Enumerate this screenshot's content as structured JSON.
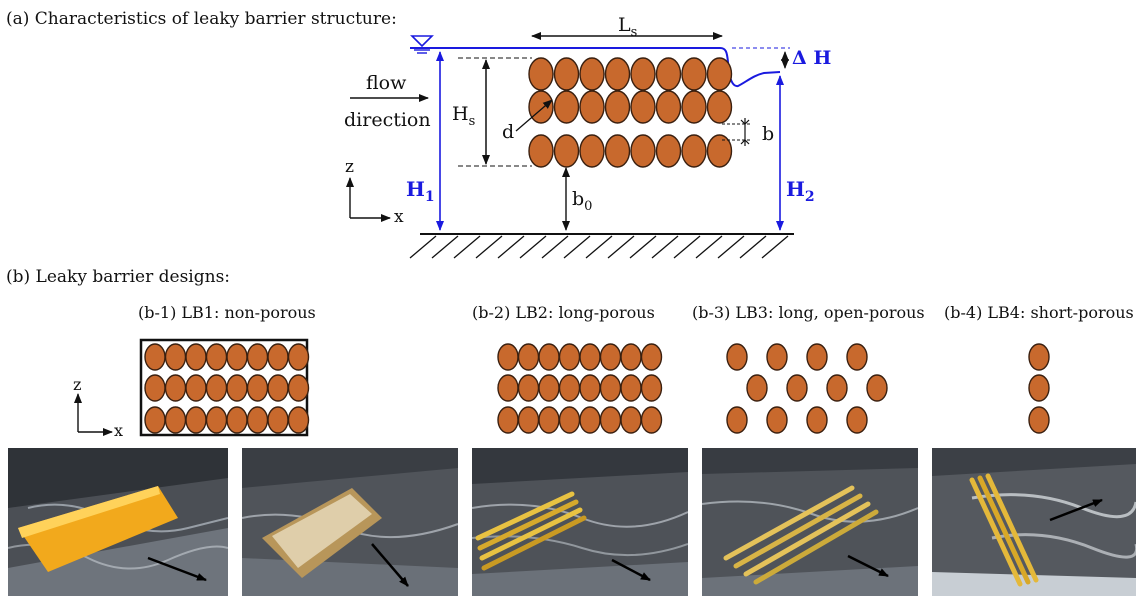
{
  "section_a": {
    "title": "(a) Characteristics of leaky barrier structure:",
    "labels": {
      "Ls": "L",
      "Ls_sub": "s",
      "Hs": "H",
      "Hs_sub": "s",
      "d": "d",
      "b": "b",
      "b0": "b",
      "b0_sub": "0",
      "dH": "Δ H",
      "H1": "H",
      "H1_sub": "1",
      "H2": "H",
      "H2_sub": "2",
      "flow1": "flow",
      "flow2": "direction",
      "axis_z": "z",
      "axis_x": "x"
    }
  },
  "section_b": {
    "title": "(b) Leaky barrier designs:",
    "designs": [
      {
        "label": "(b-1) LB1: non-porous"
      },
      {
        "label": "(b-2) LB2: long-porous"
      },
      {
        "label": "(b-3) LB3: long, open-porous"
      },
      {
        "label": "(b-4) LB4: short-porous"
      }
    ],
    "axis_z": "z",
    "axis_x": "x"
  },
  "colors": {
    "log_fill": "#c8692d",
    "log_stroke": "#3a2010",
    "water_line": "#1a1adf",
    "label_blue": "#1a1adf"
  },
  "photos": [
    {
      "name": "photo-lb1-a"
    },
    {
      "name": "photo-lb1-b"
    },
    {
      "name": "photo-lb2"
    },
    {
      "name": "photo-lb3"
    },
    {
      "name": "photo-lb4"
    }
  ]
}
